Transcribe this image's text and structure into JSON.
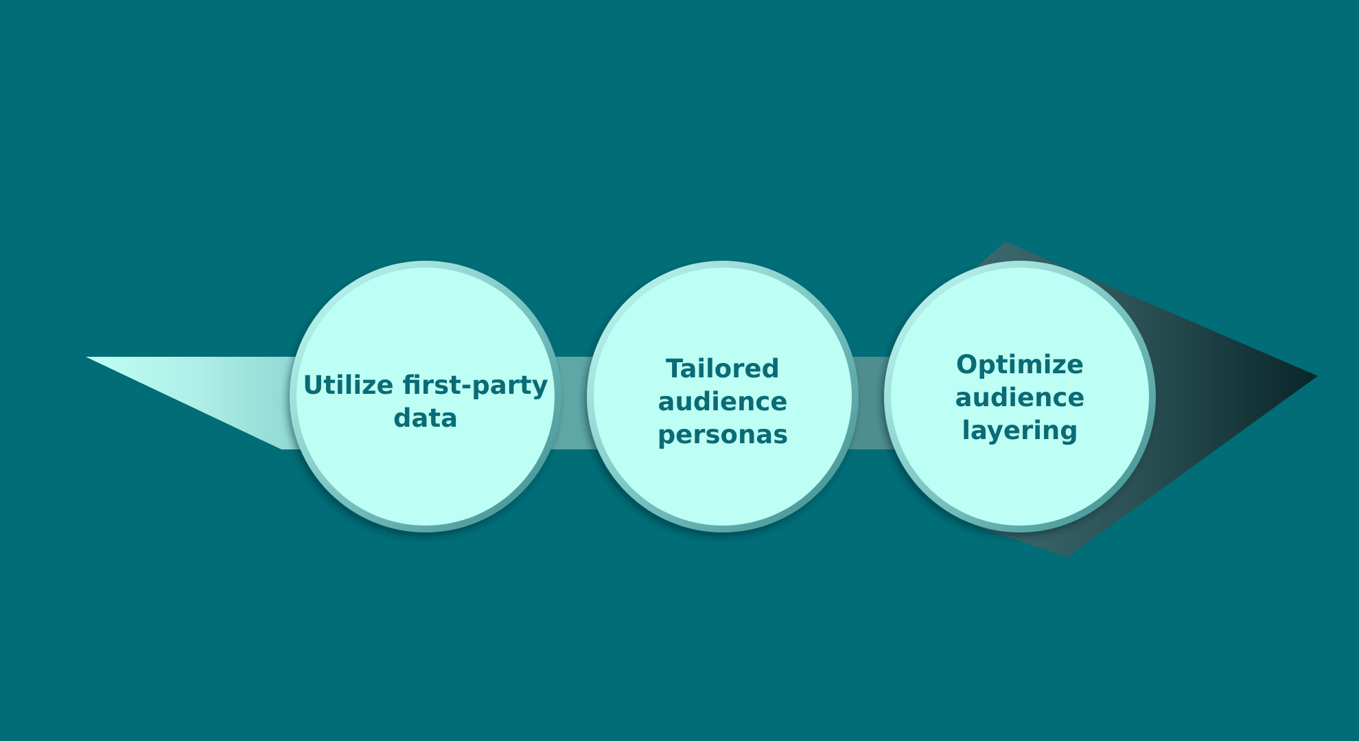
{
  "colors": {
    "background": "#006d77",
    "circle_fill": "#bdfff4",
    "text": "#0a6b75",
    "arrow_tail": "#bdfff4",
    "arrow_head": "#0c2f33"
  },
  "steps": [
    {
      "label": "Utilize first-party data"
    },
    {
      "label": "Tailored audience personas"
    },
    {
      "label": "Optimize audience layering"
    }
  ]
}
